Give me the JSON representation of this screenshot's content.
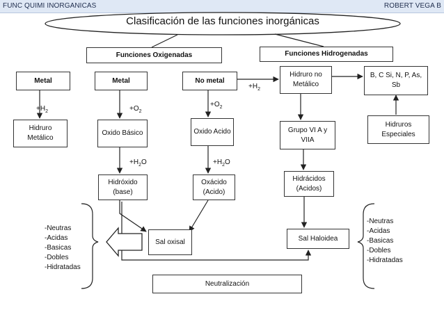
{
  "header": {
    "left_label": "FUNC QUIMI INORGANICAS",
    "right_label": "ROBERT VEGA  B"
  },
  "title": "Clasificación de las funciones inorgánicas",
  "sections": {
    "oxigenadas": "Funciones Oxigenadas",
    "hidrogenadas": "Funciones Hidrogenadas"
  },
  "nodes": {
    "metal_left": "Metal",
    "metal_mid": "Metal",
    "no_metal": "No metal",
    "hidruro_no_metalico": "Hidruro no Metálico",
    "hidruros_top_right": "B, C Si, N, P, As, Sb",
    "hidruro_metalico": "Hidruro Metálico",
    "oxido_basico": "Oxido Básico",
    "oxido_acido": "Oxido Acido",
    "grupo_via": "Grupo VI A y VIIA",
    "hidruros_especiales": "Hidruros Especiales",
    "hidroxido": "Hidróxido (base)",
    "oxacido": "Oxácido (Acido)",
    "hidracidos": "Hidrácidos (Acidos)",
    "sal_oxisal": "Sal oxisal",
    "sal_haloidea": "Sal Haloidea",
    "neutralizacion": "Neutralización"
  },
  "annotations": {
    "h2_left": "+H",
    "h2_left_sub": "2",
    "o2_mid": "+O",
    "o2_mid_sub": "2",
    "o2_right": "+O",
    "o2_right_sub": "2",
    "h2_mid": "+H",
    "h2_mid_sub": "2",
    "h2o_mid": "+H",
    "h2o_mid_sub": "2",
    "h2o_mid_tail": "O",
    "h2o_right": "+H",
    "h2o_right_sub": "2",
    "h2o_right_tail": "O"
  },
  "lists": {
    "left": [
      "-Neutras",
      "-Acidas",
      "-Basicas",
      "-Dobles",
      "-Hidratadas"
    ],
    "right": [
      "-Neutras",
      "-Acidas",
      "-Basicas",
      "-Dobles",
      "-Hidratadas"
    ]
  },
  "colors": {
    "topbar_bg": "#dfe8f5",
    "line": "#222222"
  }
}
